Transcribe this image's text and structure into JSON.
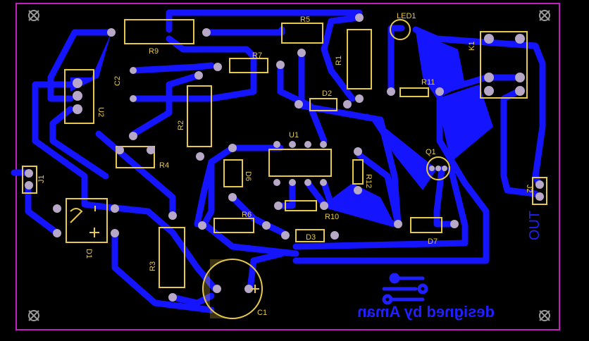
{
  "board": {
    "designer_text": "designed by Aman",
    "out_label": "OUT",
    "colors": {
      "background": "#000000",
      "copper": "#1414ff",
      "silkscreen": "#e6c84a",
      "outline": "#c020c0",
      "pad": "#b8a8c8"
    }
  },
  "components": {
    "LED1": "LED1",
    "R5": "R5",
    "R9": "R9",
    "R7": "R7",
    "R1": "R1",
    "K1": "K1",
    "C2": "C2",
    "U2": "U2",
    "D2": "D2",
    "R11": "R11",
    "R2": "R2",
    "U1": "U1",
    "R4": "R4",
    "D6": "D6",
    "Q1": "Q1",
    "R12": "R12",
    "J1": "J1",
    "J2": "J2",
    "R6": "R6",
    "R10": "R10",
    "D1": "D1",
    "D3": "D3",
    "D7": "D7",
    "R3": "R3",
    "C1": "C1"
  }
}
